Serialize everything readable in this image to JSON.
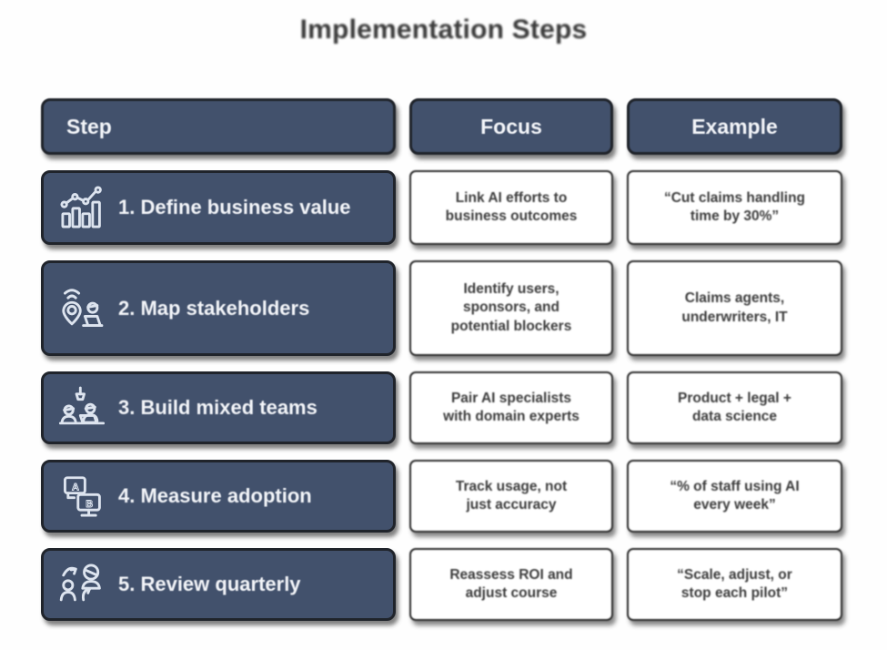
{
  "title": "Implementation Steps",
  "colors": {
    "cell_dark": "#42516c",
    "cell_border_dark": "#20242b",
    "cell_light": "#ffffff",
    "cell_border_light": "#2d2d2d",
    "text_dark": "#3c3c3c",
    "text_light": "#f2f4f8"
  },
  "table": {
    "headers": {
      "step": "Step",
      "focus": "Focus",
      "example": "Example"
    },
    "rows": [
      {
        "icon": "growth-chart-icon",
        "step": "1. Define business value",
        "focus": "Link AI efforts to\nbusiness outcomes",
        "example": "“Cut claims handling\ntime by 30%”"
      },
      {
        "icon": "stakeholder-map-icon",
        "step": "2. Map stakeholders",
        "focus": "Identify users,\nsponsors, and\npotential blockers",
        "example": "Claims agents,\nunderwriters, IT"
      },
      {
        "icon": "team-desk-icon",
        "step": "3. Build mixed teams",
        "focus": "Pair AI specialists\nwith domain experts",
        "example": "Product + legal +\ndata science"
      },
      {
        "icon": "ab-test-icon",
        "step": "4. Measure adoption",
        "focus": "Track usage, not\njust accuracy",
        "example": "“% of staff using AI\nevery week”"
      },
      {
        "icon": "people-rotation-icon",
        "step": "5. Review quarterly",
        "focus": "Reassess ROI and\nadjust course",
        "example": "“Scale, adjust, or\nstop each pilot”"
      }
    ]
  }
}
